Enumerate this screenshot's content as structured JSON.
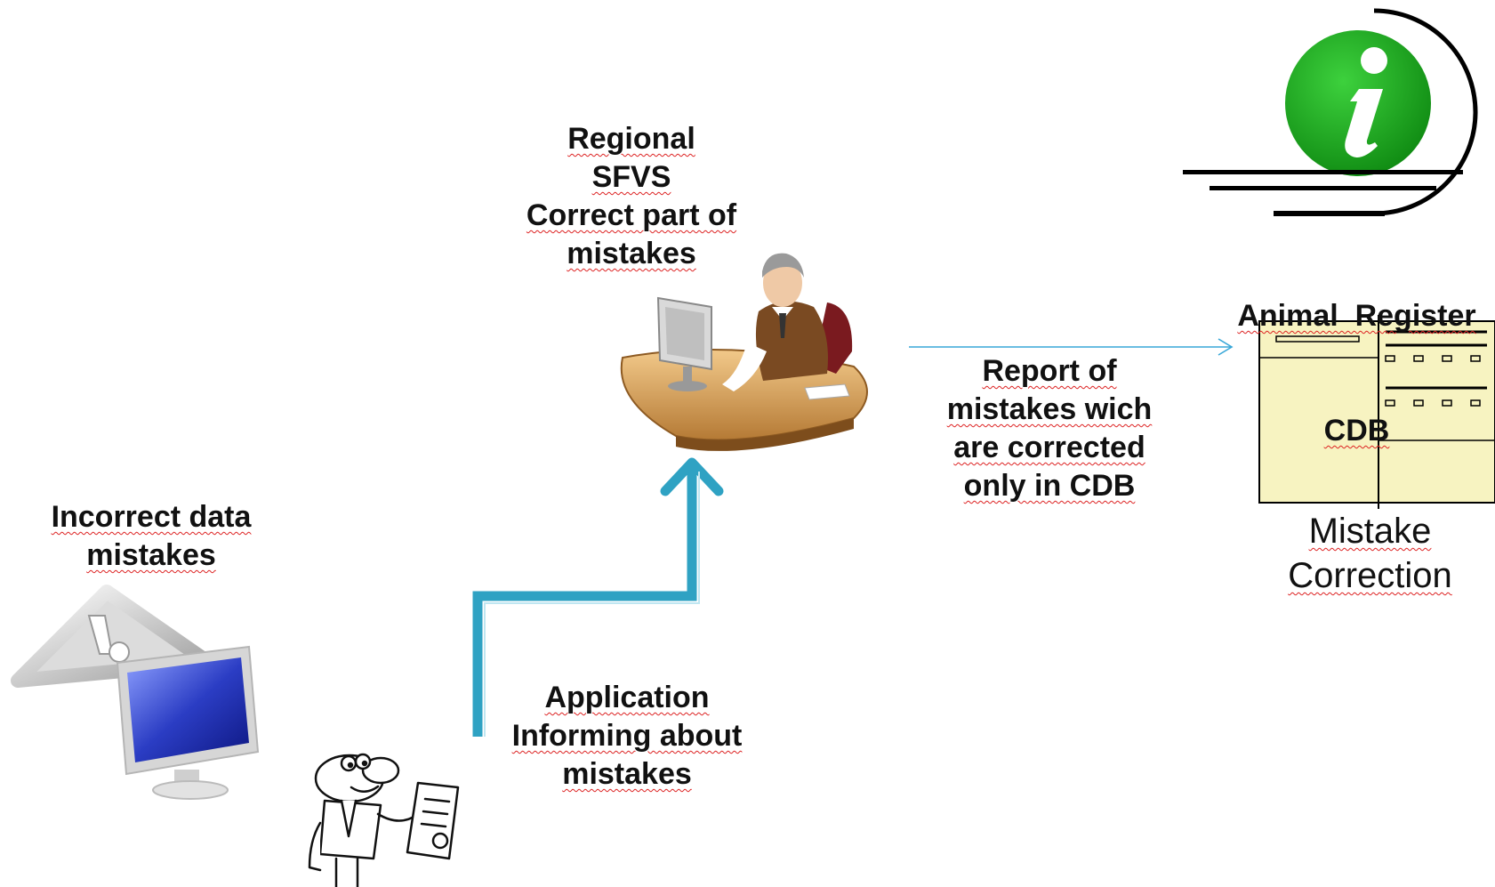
{
  "labels": {
    "regional": [
      "Regional",
      "SFVS",
      "Correct part of",
      "mistakes"
    ],
    "incorrect": [
      "Incorrect data",
      "mistakes"
    ],
    "application": [
      "Application",
      "Informing about",
      "mistakes"
    ],
    "report": [
      "Report of",
      "mistakes wich",
      "are corrected",
      "only in CDB"
    ],
    "animal_register": [
      "Animal  Register",
      "CDB"
    ],
    "mistake_correction": [
      "Mistake",
      "Correction"
    ]
  },
  "icons": {
    "info": "info-icon",
    "warning": "warning-monitor-icon",
    "office_worker": "office-worker-icon",
    "applicant": "applicant-cartoon-icon",
    "form": "correction-form-icon"
  },
  "colors": {
    "info_green": "#1ea01e",
    "arrow_blue": "#2fa2c3",
    "thin_arrow": "#38a7d8",
    "form_fill": "#f7f3c1",
    "monitor_blue": "#2b3dc4"
  }
}
